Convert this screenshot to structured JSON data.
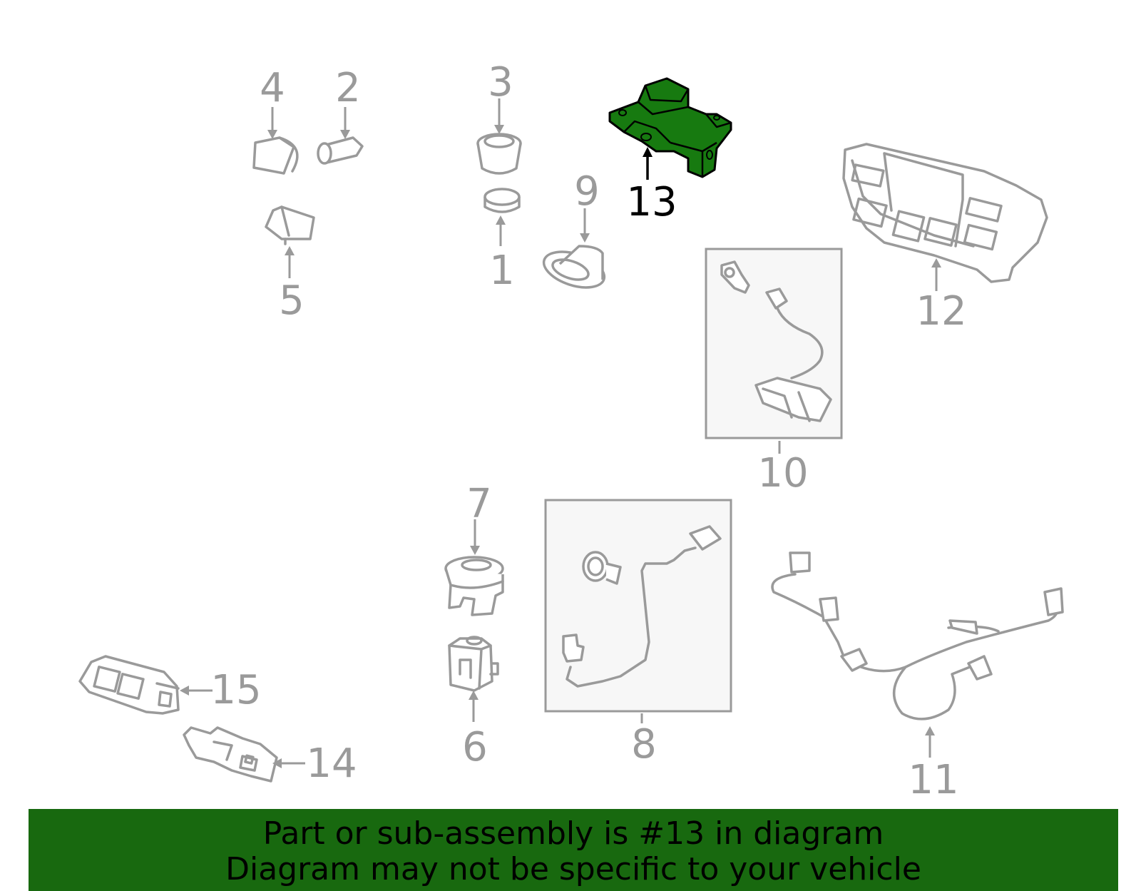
{
  "diagram": {
    "selected_callout": "13",
    "callouts": [
      "1",
      "2",
      "3",
      "4",
      "5",
      "6",
      "7",
      "8",
      "9",
      "10",
      "11",
      "12",
      "13",
      "14",
      "15"
    ]
  },
  "banner": {
    "line1": "Part or sub-assembly is #13 in diagram",
    "line2": "Diagram may not be specific to your vehicle",
    "color": "#18690f"
  },
  "colors": {
    "part_outline": "#9a9a9a",
    "highlighted_part": "#177a10"
  }
}
